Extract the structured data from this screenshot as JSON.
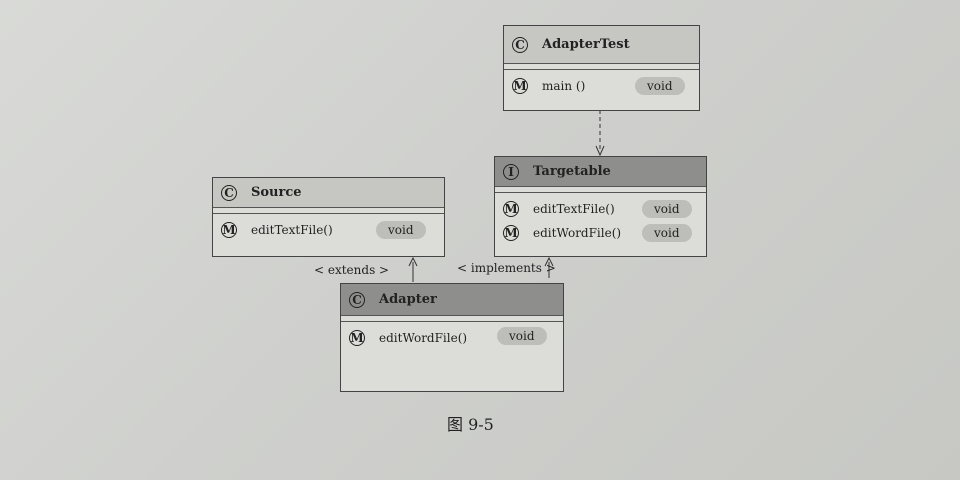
{
  "classes": {
    "adaptertest": {
      "badge": "C",
      "name": "AdapterTest",
      "methods": [
        {
          "badge": "M",
          "name": "main ()",
          "returns": "void"
        }
      ]
    },
    "targetable": {
      "badge": "I",
      "name": "Targetable",
      "methods": [
        {
          "badge": "M",
          "name": "editTextFile()",
          "returns": "void"
        },
        {
          "badge": "M",
          "name": "editWordFile()",
          "returns": "void"
        }
      ]
    },
    "source": {
      "badge": "C",
      "name": "Source",
      "methods": [
        {
          "badge": "M",
          "name": "editTextFile()",
          "returns": "void"
        }
      ]
    },
    "adapter": {
      "badge": "C",
      "name": "Adapter",
      "methods": [
        {
          "badge": "M",
          "name": "editWordFile()",
          "returns": "void"
        }
      ]
    }
  },
  "relations": {
    "extends_label": "< extends >",
    "implements_label": "< implements >"
  },
  "caption": "图 9-5"
}
